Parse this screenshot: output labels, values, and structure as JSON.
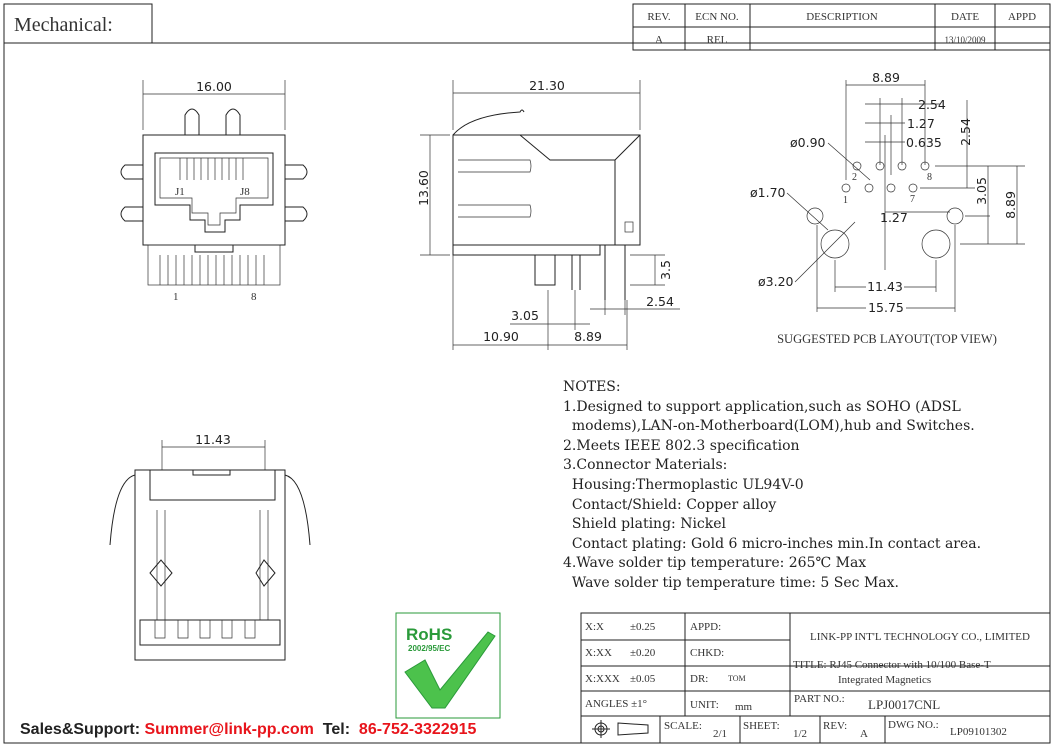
{
  "header": {
    "title": "Mechanical:"
  },
  "revision_table": {
    "headers": [
      "REV.",
      "ECN NO.",
      "DESCRIPTION",
      "DATE",
      "APPD"
    ],
    "row": [
      "A",
      "REL",
      "",
      "13/10/2009",
      ""
    ]
  },
  "front_view": {
    "width_dim": "16.00",
    "pin_first": "1",
    "pin_last": "8",
    "label_j1": "J1",
    "label_j8": "J8"
  },
  "side_view": {
    "length_dim": "21.30",
    "height_dim": "13.60",
    "dim_3_5": "3.5",
    "dim_3_05": "3.05",
    "dim_2_54": "2.54",
    "dim_10_90": "10.90",
    "dim_8_89": "8.89"
  },
  "pcb_layout": {
    "dims": {
      "d8_89": "8.89",
      "d2_54": "2.54",
      "d1_27": "1.27",
      "d0_635": "0.635",
      "d2_54v": "2.54",
      "d3_05": "3.05",
      "d8_89v": "8.89",
      "d1_27b": "1.27",
      "d11_43": "11.43",
      "d15_75": "15.75"
    },
    "hole_0_90": "ø0.90",
    "hole_1_70": "ø1.70",
    "hole_3_20": "ø3.20",
    "pins": {
      "p1": "1",
      "p2": "2",
      "p7": "7",
      "p8": "8"
    },
    "caption": "SUGGESTED PCB LAYOUT(TOP VIEW)"
  },
  "bottom_view": {
    "width_dim": "11.43"
  },
  "notes": {
    "title": "NOTES:",
    "lines": [
      "1.Designed to support application,such as SOHO (ADSL",
      "  modems),LAN-on-Motherboard(LOM),hub and Switches.",
      "2.Meets IEEE 802.3 specification",
      "3.Connector Materials:",
      "  Housing:Thermoplastic UL94V-0",
      "  Contact/Shield: Copper alloy",
      "  Shield plating: Nickel",
      "  Contact plating: Gold 6 micro-inches min.In contact area.",
      "4.Wave solder tip temperature: 265℃ Max",
      "  Wave solder tip temperature time: 5 Sec Max."
    ]
  },
  "rohs": {
    "label": "RoHS",
    "directive": "2002/95/EC",
    "color": "#2a9a3a"
  },
  "title_block": {
    "tol_x": "X:X",
    "tol_x_v": "±0.25",
    "tol_xx": "X:XX",
    "tol_xx_v": "±0.20",
    "tol_xxx": "X:XXX",
    "tol_xxx_v": "±0.05",
    "angles": "ANGLES ±1°",
    "appd": "APPD:",
    "chkd": "CHKD:",
    "dr": "DR:",
    "dr_v": "TOM",
    "unit": "UNIT:",
    "unit_v": "mm",
    "company": "LINK-PP INT'L TECHNOLOGY CO., LIMITED",
    "title_1": "TITLE: RJ45 Connector with 10/100 Base-T",
    "title_2": "Integrated Magnetics",
    "part_label": "PART NO.:",
    "part_no": "LPJ0017CNL",
    "scale": "SCALE:",
    "scale_v": "2/1",
    "sheet": "SHEET:",
    "sheet_v": "1/2",
    "rev": "REV:",
    "rev_v": "A",
    "dwg": "DWG NO.:",
    "dwg_v": "LP09101302"
  },
  "footer": {
    "sales_label": "Sales&Support: ",
    "email": "Summer@link-pp.com",
    "tel_label": "  Tel:  ",
    "tel": "86-752-3322915"
  }
}
